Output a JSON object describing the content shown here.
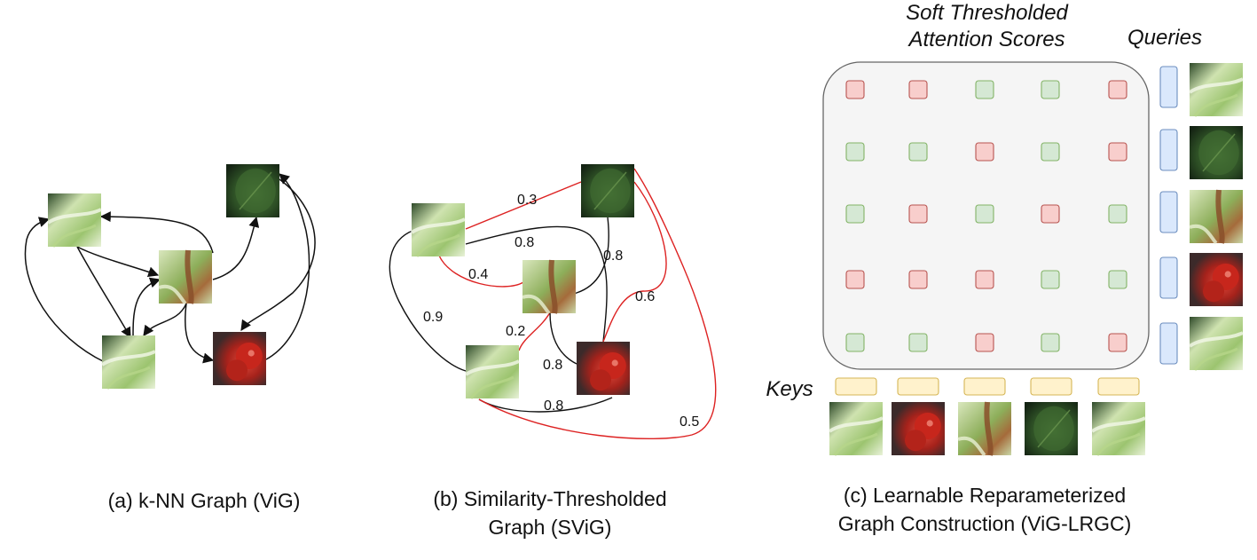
{
  "panels": {
    "a": {
      "caption": "(a) k-NN Graph (ViG)"
    },
    "b": {
      "caption_line1": "(b) Similarity-Thresholded",
      "caption_line2": "Graph (SViG)",
      "edge_labels": [
        "0.3",
        "0.8",
        "0.8",
        "0.4",
        "0.6",
        "0.9",
        "0.2",
        "0.8",
        "0.8",
        "0.5"
      ]
    },
    "c": {
      "caption_line1": "(c) Learnable Reparameterized",
      "caption_line2": "Graph Construction (ViG-LRGC)",
      "heading_line1": "Soft Thresholded",
      "heading_line2": "Attention Scores",
      "queries_label": "Queries",
      "keys_label": "Keys",
      "score_grid": [
        [
          "red",
          "red",
          "green",
          "green",
          "red"
        ],
        [
          "green",
          "green",
          "red",
          "green",
          "red"
        ],
        [
          "green",
          "red",
          "green",
          "red",
          "green"
        ],
        [
          "red",
          "red",
          "red",
          "green",
          "green"
        ],
        [
          "green",
          "green",
          "red",
          "green",
          "red"
        ]
      ],
      "key_patches": [
        "corn",
        "tomato",
        "mix",
        "leaf",
        "corn"
      ],
      "query_patches": [
        "corn",
        "leaf",
        "mix",
        "tomato",
        "corn"
      ]
    }
  },
  "colors": {
    "edge_black": "#111111",
    "edge_red": "#dd2222",
    "cell_red_fill": "#f8cecc",
    "cell_red_stroke": "#b85450",
    "cell_green_fill": "#d5e8d4",
    "cell_green_stroke": "#82b366",
    "query_fill": "#dae8fc",
    "query_stroke": "#6c8ebf",
    "key_fill": "#fff2cc",
    "key_stroke": "#d6b656",
    "panel_fill": "#f5f5f5",
    "panel_stroke": "#666666"
  }
}
